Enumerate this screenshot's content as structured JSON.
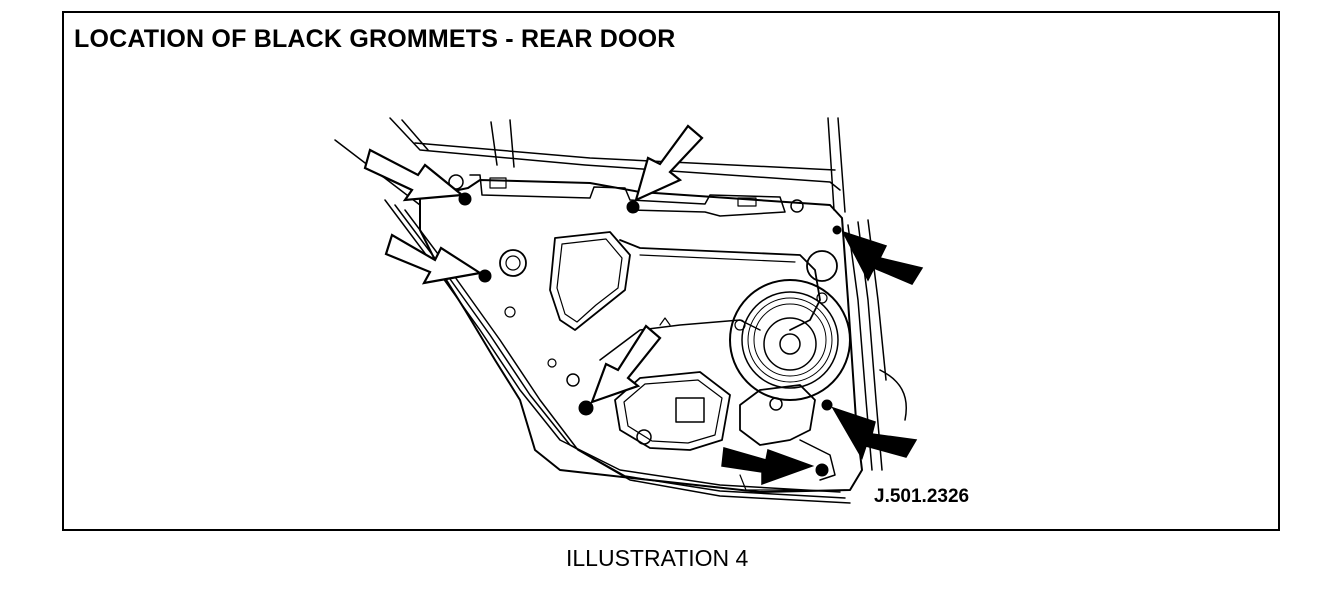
{
  "title": "LOCATION OF BLACK GROMMETS - REAR DOOR",
  "reference": "J.501.2326",
  "caption": "ILLUSTRATION 4",
  "callouts": [
    {
      "name": "grommet-top-left",
      "style": "outline"
    },
    {
      "name": "grommet-top-center",
      "style": "outline"
    },
    {
      "name": "grommet-left-middle",
      "style": "outline"
    },
    {
      "name": "grommet-lower-center",
      "style": "outline"
    },
    {
      "name": "grommet-right-top",
      "style": "solid"
    },
    {
      "name": "grommet-right-lower",
      "style": "solid"
    },
    {
      "name": "grommet-bottom",
      "style": "solid"
    }
  ]
}
